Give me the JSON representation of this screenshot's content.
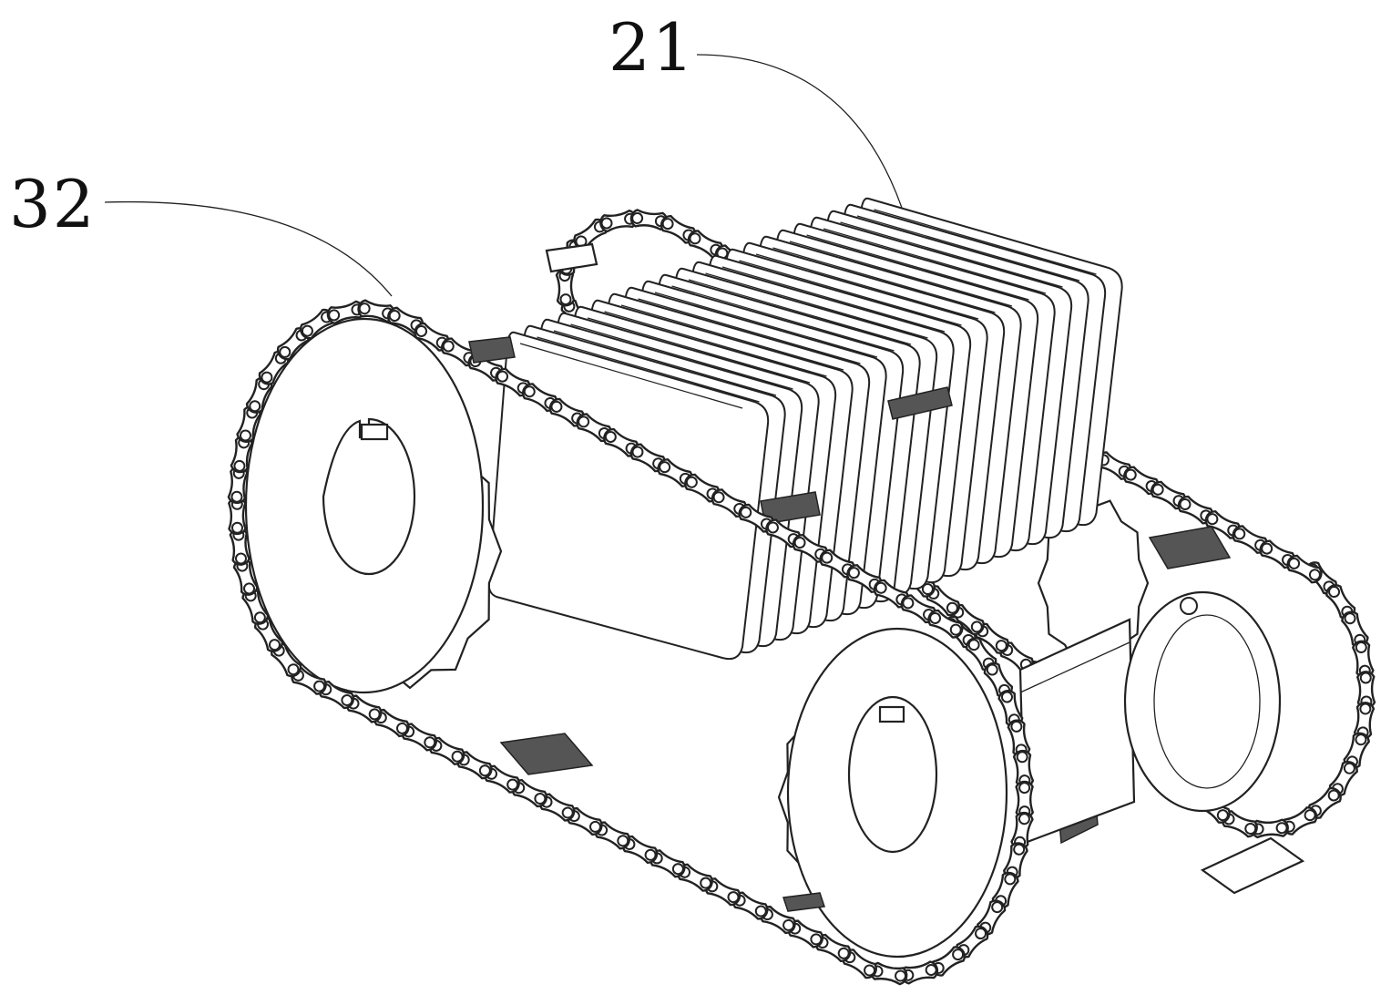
{
  "figure": {
    "reference_labels": [
      {
        "id": "21",
        "text": "21"
      },
      {
        "id": "32",
        "text": "32"
      }
    ]
  }
}
